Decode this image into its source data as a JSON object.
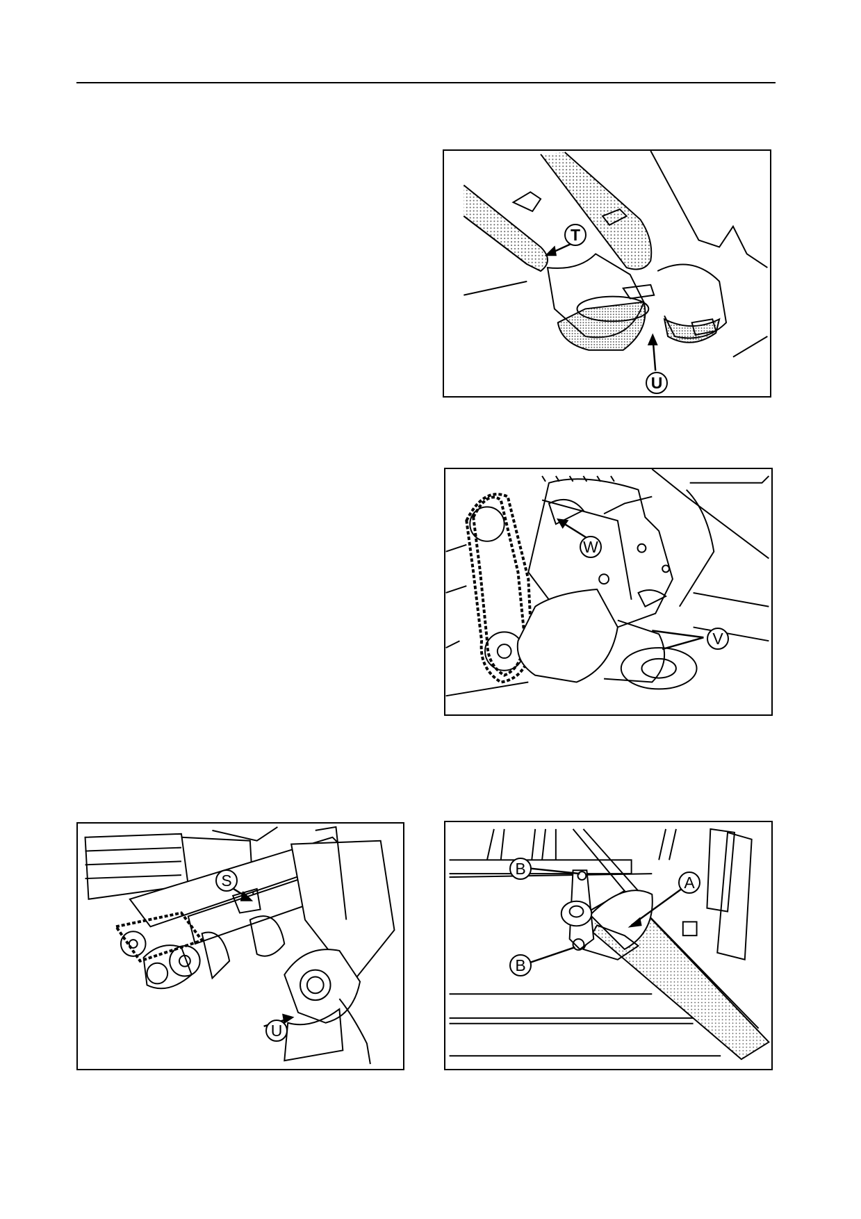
{
  "figures": [
    {
      "name": "figure-air-filter",
      "labels": [
        "T",
        "U"
      ]
    },
    {
      "name": "figure-chain-drive",
      "labels": [
        "W",
        "V"
      ]
    },
    {
      "name": "figure-auger-drive",
      "labels": [
        "S",
        "U"
      ]
    },
    {
      "name": "figure-auger-pivot",
      "labels": [
        "B",
        "A",
        "B"
      ]
    }
  ]
}
